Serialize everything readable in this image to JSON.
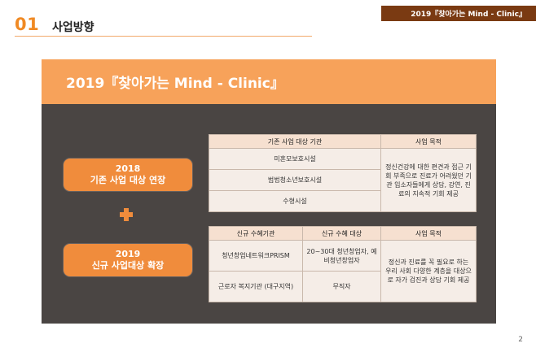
{
  "header": {
    "tag": "2019『찾아가는 Mind - Clinic』",
    "section_number": "01",
    "section_title": "사업방향"
  },
  "banner": {
    "title": "2019『찾아가는 Mind - Clinic』"
  },
  "pills": {
    "existing": {
      "year": "2018",
      "label": "기존 사업 대상 연장"
    },
    "new": {
      "year": "2019",
      "label": "신규 사업대상 확장"
    }
  },
  "existing_table": {
    "headers": [
      "기존 사업 대상 기관",
      "사업 목적"
    ],
    "organizations": [
      "미혼모보호시설",
      "범법청소년보호시설",
      "수형시설"
    ],
    "purpose": "정신건강에 대한 편견과 접근 기회 부족으로 진료가 어려웠던 기관 입소자들에게 상담, 강연, 진료의 지속적 기회 제공"
  },
  "new_table": {
    "headers": [
      "신규 수혜기관",
      "신규 수혜 대상",
      "사업 목적"
    ],
    "rows": [
      {
        "org": "청년창업네트워크PRISM",
        "target": "20~30대 청년창업자, 예비청년창업자"
      },
      {
        "org": "근로자 복지기관 (대구지역)",
        "target": "무직자"
      }
    ],
    "purpose": "정신과 진료를 꼭 필요로 하는 우리 사회 다양한 계층을 대상으로 자가 검진과 상담 기회 제공"
  },
  "page_number": "2"
}
